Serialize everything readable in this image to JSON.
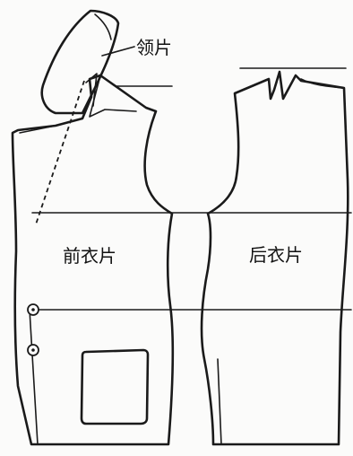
{
  "labels": {
    "collar": "领片",
    "front": "前衣片",
    "back": "后衣片"
  },
  "colors": {
    "ink": "#1a1a1a",
    "background": "#fbfbfa"
  }
}
